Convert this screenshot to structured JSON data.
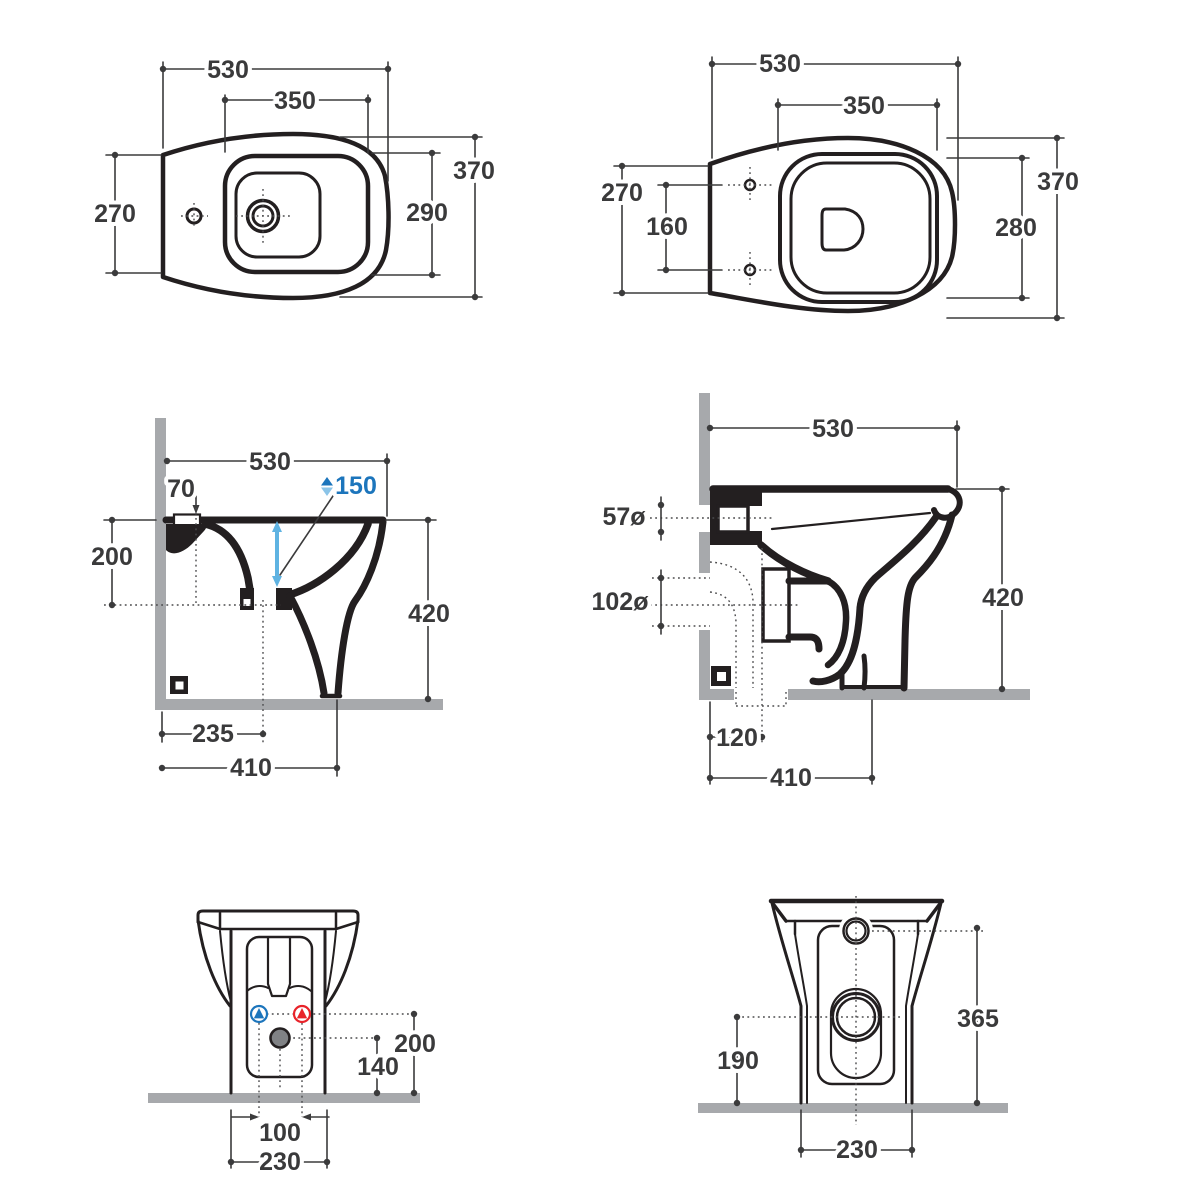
{
  "colors": {
    "line_black": "#231f20",
    "dimension_grey": "#3b3b3c",
    "structure_grey": "#a7a9ac",
    "accent_blue": "#1c75bc",
    "accent_blue_light": "#8bc4e8",
    "arrow_blue": "#5fb3e2",
    "hot_red": "#e8232a",
    "drain_grey": "#808285"
  },
  "panels": {
    "bidet_top": {
      "dims": {
        "overall_width": "530",
        "rim_width": "350",
        "overall_depth": "370",
        "back_depth": "270",
        "rim_depth": "290"
      }
    },
    "toilet_top": {
      "dims": {
        "overall_width": "530",
        "seat_width": "350",
        "overall_depth": "370",
        "back_depth": "270",
        "hole_spacing": "160",
        "seat_depth": "280"
      }
    },
    "bidet_side": {
      "dims": {
        "overall_length": "530",
        "fixing_offset": "70",
        "water_column": "150",
        "rim_to_outlet": "200",
        "overall_height": "420",
        "drain_from_wall": "235",
        "base_length": "410"
      }
    },
    "toilet_side": {
      "dims": {
        "overall_length": "530",
        "inlet_diameter": "57ø",
        "outlet_diameter": "102ø",
        "overall_height": "420",
        "outlet_from_wall": "120",
        "base_length": "410"
      }
    },
    "bidet_front": {
      "dims": {
        "tap_height": "200",
        "drain_height": "140",
        "tap_spacing": "100",
        "base_width": "230"
      }
    },
    "toilet_front": {
      "dims": {
        "inlet_height": "365",
        "outlet_height": "190",
        "base_width": "230"
      }
    }
  }
}
